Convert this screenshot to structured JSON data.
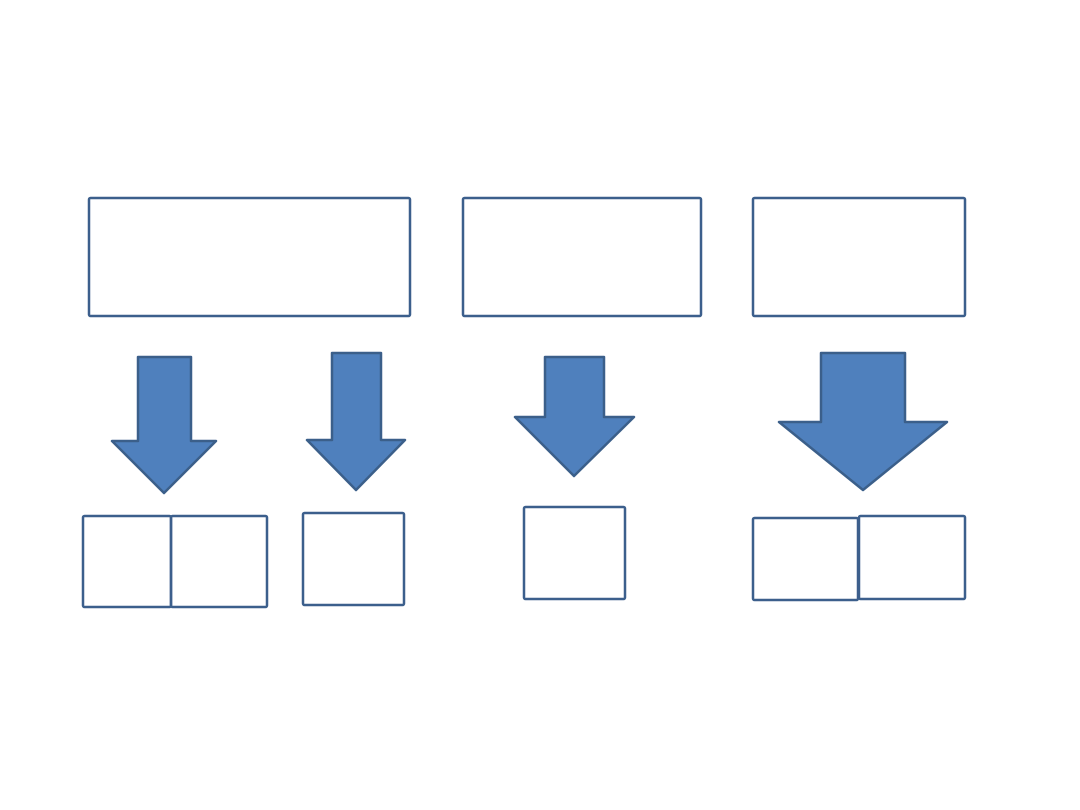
{
  "slide": {
    "texts": []
  },
  "colors": {
    "box_stroke": "#3c5f8c",
    "arrow_fill": "#4f80bd",
    "arrow_stroke": "#3b5f8a",
    "background": "#ffffff"
  },
  "diagram": {
    "top_boxes": 3,
    "arrows": 4,
    "bottom_boxes": 6
  }
}
